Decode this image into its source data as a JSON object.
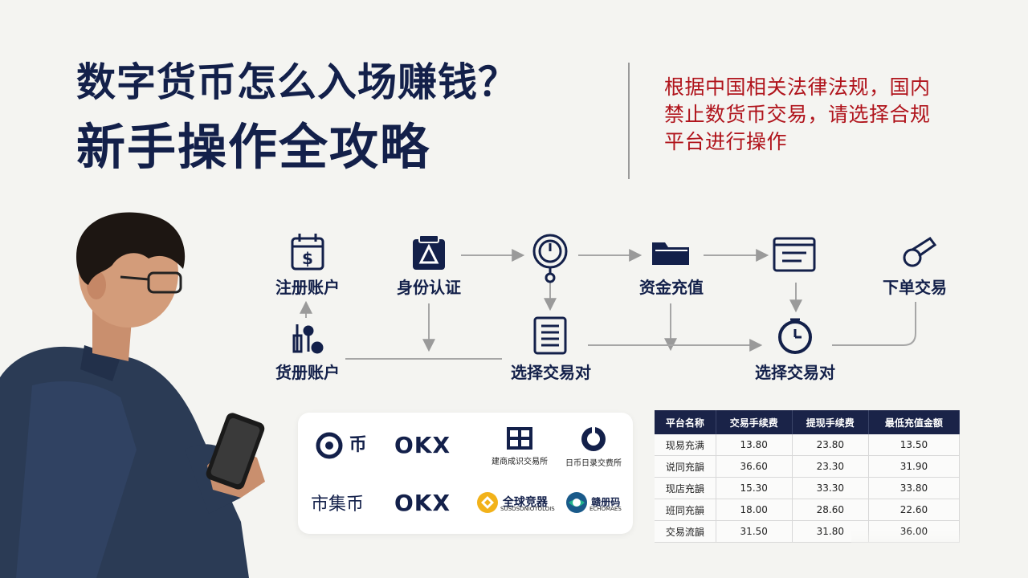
{
  "title": {
    "line1": "数字货币怎么入场赚钱？",
    "line2": "新手操作全攻略"
  },
  "notice": {
    "line1": "根据中国相关法律法规，国内",
    "line2": "禁止数货币交易，请选择合规",
    "line3": "平台进行操作"
  },
  "flow": {
    "register": "注册账户",
    "identity": "身份认证",
    "deposit": "资金充值",
    "order": "下单交易",
    "bank": "货册账户",
    "select_pair_1": "选择交易对",
    "select_pair_2": "选择交易对"
  },
  "platforms": [
    {
      "name": "币",
      "sub": ""
    },
    {
      "name": "OKX",
      "sub": ""
    },
    {
      "name": "",
      "sub": "建商成识交易所"
    },
    {
      "name": "",
      "sub": "日币日录交费所"
    },
    {
      "name": "市集币",
      "sub": ""
    },
    {
      "name": "OKX",
      "sub": ""
    },
    {
      "name": "全球竞器",
      "sub": "SUSOSONIOTOLOIS"
    },
    {
      "name": "赣册码",
      "sub": "ECHOMAES"
    }
  ],
  "fee_table": {
    "headers": [
      "平台名称",
      "交易手续费",
      "提现手续费",
      "最低充值金额"
    ],
    "rows": [
      [
        "现易充满",
        "13.80",
        "23.80",
        "13.50"
      ],
      [
        "说同充韻",
        "36.60",
        "23.30",
        "31.90"
      ],
      [
        "现店充韻",
        "15.30",
        "33.30",
        "33.80"
      ],
      [
        "班同充韻",
        "18.00",
        "28.60",
        "22.60"
      ],
      [
        "交易流韻",
        "31.50",
        "31.80",
        "36.00"
      ]
    ]
  },
  "colors": {
    "navy": "#13204a",
    "red": "#b0141c",
    "background": "#f4f4f1",
    "arrow": "#9a9a9a"
  }
}
